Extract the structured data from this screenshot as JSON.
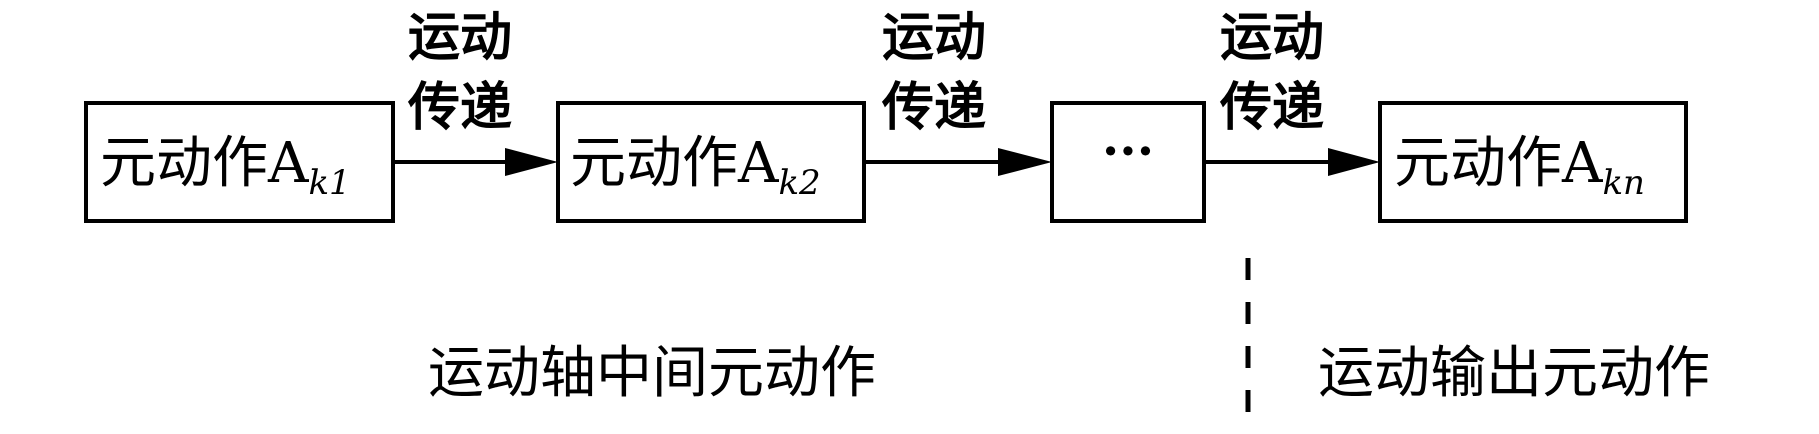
{
  "boxes": [
    {
      "main": "元动作A",
      "sub": "k1"
    },
    {
      "main": "元动作A",
      "sub": "k2"
    },
    {
      "main": "···",
      "sub": ""
    },
    {
      "main": "元动作A",
      "sub": "kn"
    }
  ],
  "transfer_labels": [
    {
      "line1": "运动",
      "line2": "传递"
    },
    {
      "line1": "运动",
      "line2": "传递"
    },
    {
      "line1": "运动",
      "line2": "传递"
    }
  ],
  "captions": {
    "intermediate": "运动轴中间元动作",
    "output": "运动输出元动作"
  }
}
